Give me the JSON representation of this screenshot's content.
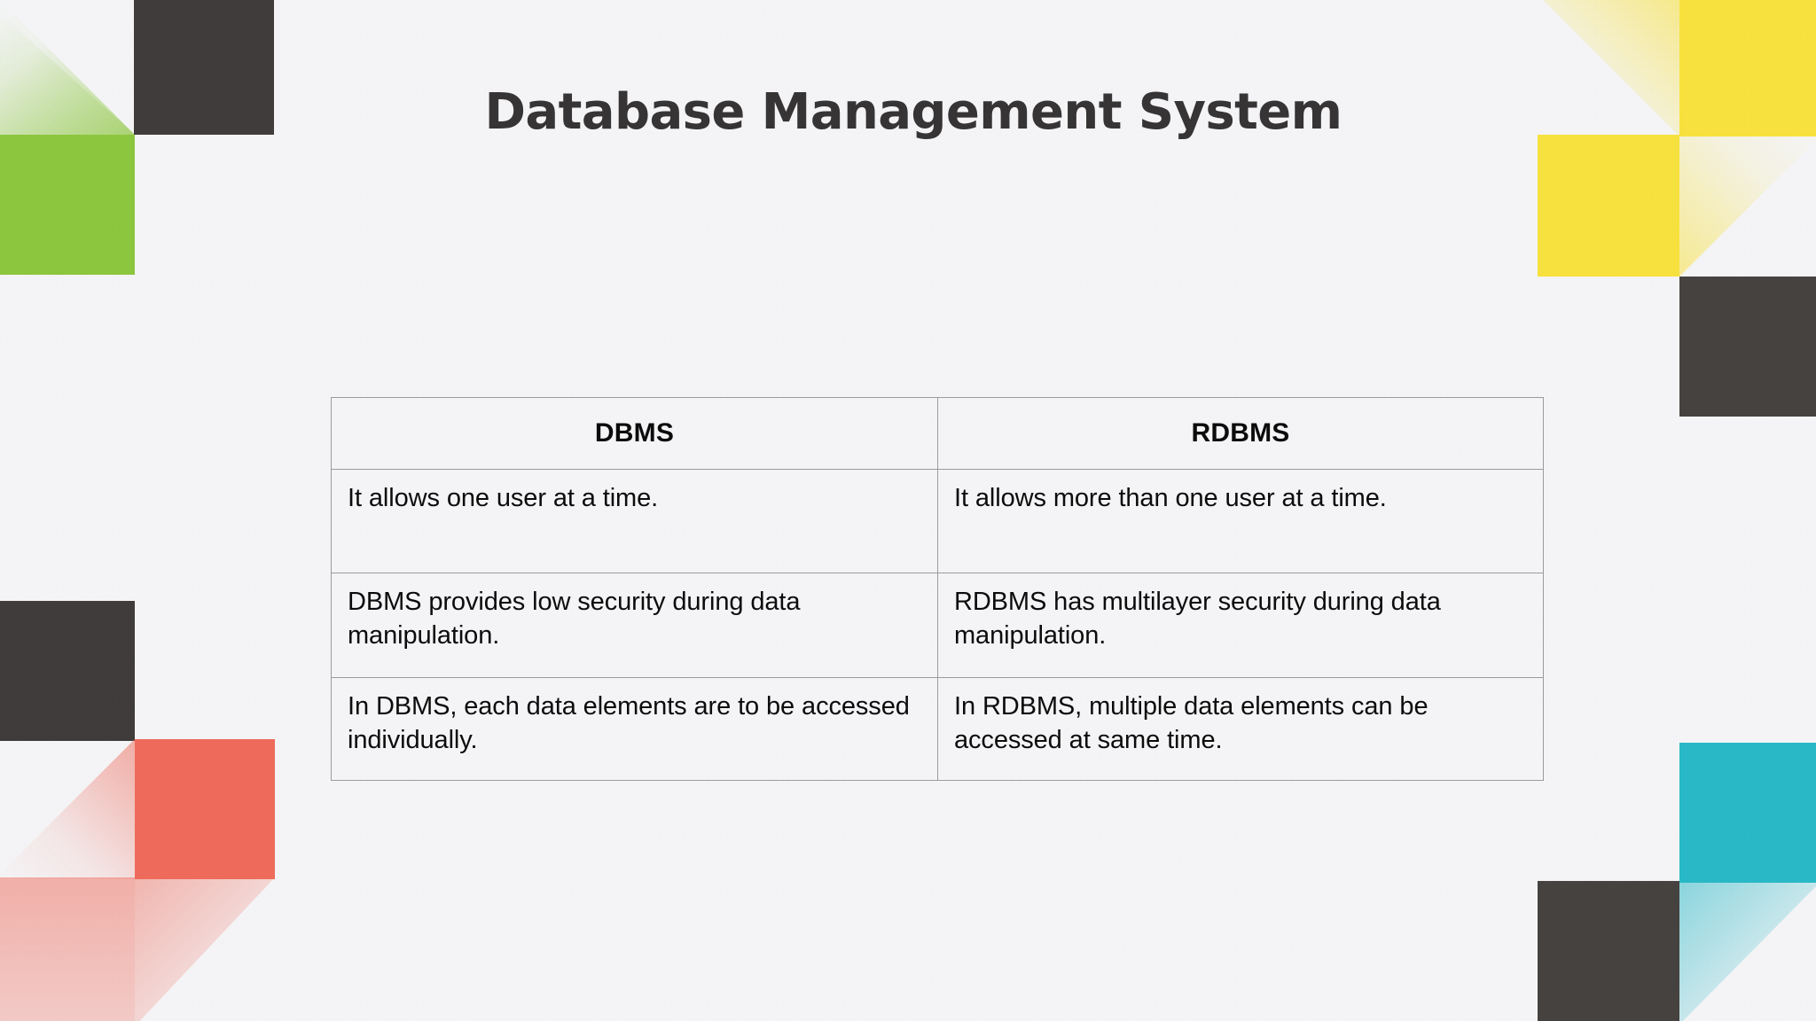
{
  "slide": {
    "title": "Database Management System",
    "background_color": "#f4f4f6",
    "title_color": "#363434"
  },
  "decor": {
    "colors": {
      "green": "#8cc63e",
      "yellow": "#f7e13e",
      "coral": "#ee6b5b",
      "teal": "#29b8c6",
      "charcoal": "#3f3c3b"
    },
    "shapes": [
      {
        "name": "top-left-charcoal-square",
        "color": "#3f3c3b"
      },
      {
        "name": "top-left-green-square",
        "color": "#8cc63e"
      },
      {
        "name": "top-left-green-fade-triangle",
        "color": "#8cc63e"
      },
      {
        "name": "top-right-yellow-square",
        "color": "#f7e13e"
      },
      {
        "name": "top-right-yellow-fade-triangle",
        "color": "#f7e13e"
      },
      {
        "name": "top-right-yellow-square-2",
        "color": "#f7e13e"
      },
      {
        "name": "top-right-charcoal-square",
        "color": "#45423f"
      },
      {
        "name": "bottom-left-charcoal-square",
        "color": "#3f3c3b"
      },
      {
        "name": "bottom-left-coral-square",
        "color": "#ee6b5b"
      },
      {
        "name": "bottom-left-coral-fade-triangle",
        "color": "#ee6b5b"
      },
      {
        "name": "bottom-right-teal-square",
        "color": "#29b8c6"
      },
      {
        "name": "bottom-right-teal-fade-triangle",
        "color": "#29b8c6"
      },
      {
        "name": "bottom-right-charcoal-square",
        "color": "#45423f"
      }
    ]
  },
  "table": {
    "border_color": "#9b9b9e",
    "headers": [
      "DBMS",
      "RDBMS"
    ],
    "rows": [
      {
        "dbms": "It allows one user at a time.",
        "rdbms": "It allows more than one user at a time."
      },
      {
        "dbms": "DBMS provides low security during data manipulation.",
        "rdbms": "RDBMS has multilayer security during data manipulation."
      },
      {
        "dbms": "In DBMS, each data elements are to be accessed individually.",
        "rdbms": "In RDBMS, multiple data elements can be accessed at same time."
      }
    ]
  }
}
